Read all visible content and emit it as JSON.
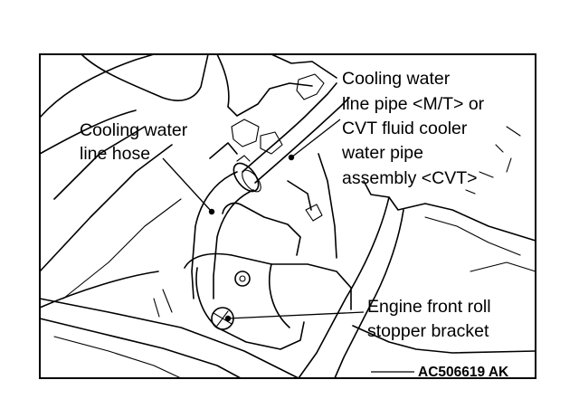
{
  "figure_code": "AC506619 AK",
  "callouts": [
    {
      "id": "cooling-water-line-hose",
      "lines": [
        "Cooling water",
        "line hose"
      ]
    },
    {
      "id": "cooling-water-line-pipe",
      "lines": [
        "Cooling water",
        "line pipe <M/T> or",
        "CVT fluid cooler",
        "water pipe",
        "assembly <CVT>"
      ]
    },
    {
      "id": "engine-front-roll-stopper-bracket",
      "lines": [
        "Engine front roll",
        "stopper bracket"
      ]
    }
  ]
}
